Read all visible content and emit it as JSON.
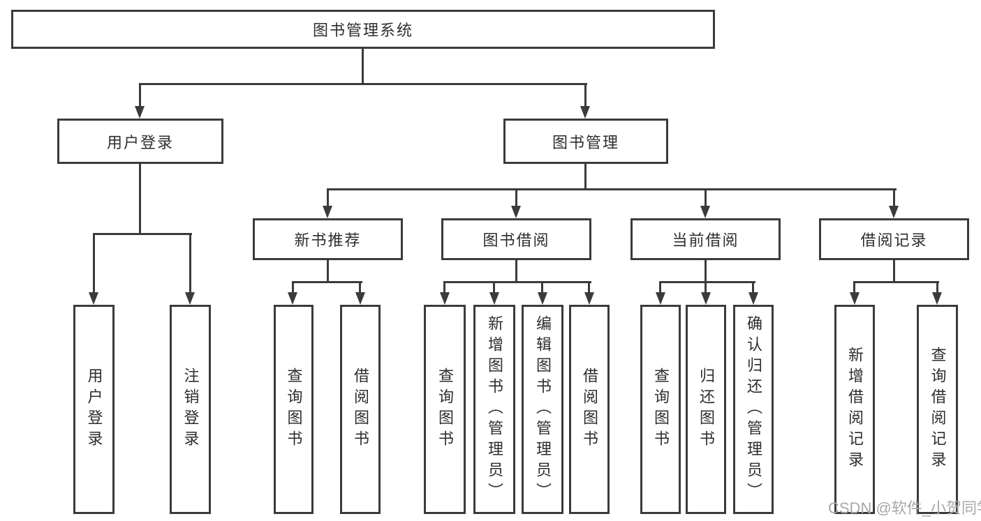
{
  "colors": {
    "line": "#3b3b3b",
    "box_border": "#3b3b3b",
    "text": "#2d2d2d",
    "watermark": "#a8a8a8",
    "background": "#ffffff"
  },
  "watermark": {
    "text": "CSDN @软件_小贺同学"
  },
  "tree": {
    "label": "图书管理系统",
    "children": [
      {
        "label": "用户登录",
        "children": [
          {
            "label": "用户登录"
          },
          {
            "label": "注销登录"
          }
        ]
      },
      {
        "label": "图书管理",
        "children": [
          {
            "label": "新书推荐",
            "children": [
              {
                "label": "查询图书"
              },
              {
                "label": "借阅图书"
              }
            ]
          },
          {
            "label": "图书借阅",
            "children": [
              {
                "label": "查询图书"
              },
              {
                "label": "新增图书（管理员）"
              },
              {
                "label": "编辑图书（管理员）"
              },
              {
                "label": "借阅图书"
              }
            ]
          },
          {
            "label": "当前借阅",
            "children": [
              {
                "label": "查询图书"
              },
              {
                "label": "归还图书"
              },
              {
                "label": "确认归还（管理员）"
              }
            ]
          },
          {
            "label": "借阅记录",
            "children": [
              {
                "label": "新增借阅记录"
              },
              {
                "label": "查询借阅记录"
              }
            ]
          }
        ]
      }
    ]
  }
}
